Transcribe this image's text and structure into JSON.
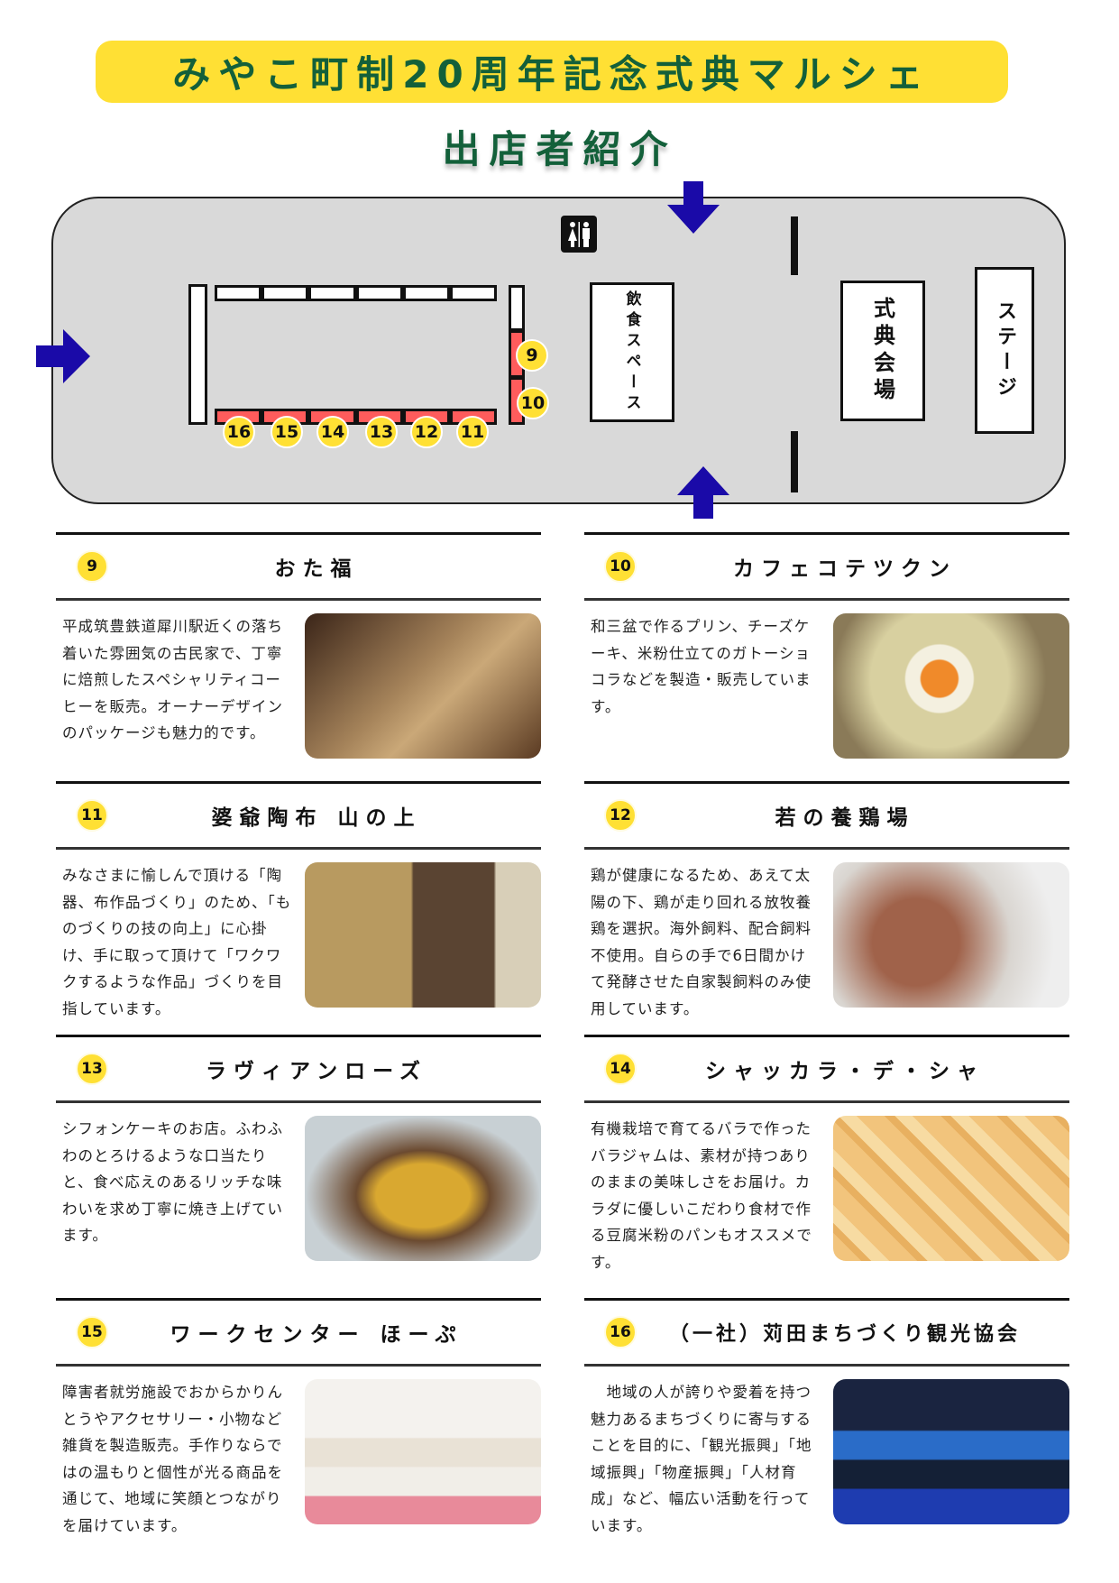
{
  "header": {
    "title": "みやこ町制20周年記念式典マルシェ",
    "subtitle": "出店者紹介"
  },
  "map": {
    "eating_space": "飲食スペース",
    "ceremony_hall": "式典会場",
    "stage": "ステージ",
    "restroom_icon": "restroom-icon",
    "booths": [
      "9",
      "10",
      "11",
      "12",
      "13",
      "14",
      "15",
      "16"
    ],
    "colors": {
      "arrow": "#1a0aa8",
      "booth_active": "#ff5c5c",
      "badge": "#ffe034"
    }
  },
  "vendors": [
    {
      "num": "9",
      "name": "おた福",
      "desc": "平成筑豊鉄道犀川駅近くの落ち着いた雰囲気の古民家で、丁寧に焙煎したスペシャリティコーヒーを販売。オーナーデザインのパッケージも魅力的です。"
    },
    {
      "num": "10",
      "name": "カフェコテツクン",
      "desc": "和三盆で作るプリン、チーズケーキ、米粉仕立てのガトーショコラなどを製造・販売しています。"
    },
    {
      "num": "11",
      "name": "婆爺陶布 山の上",
      "desc": "みなさまに愉しんで頂ける「陶器、布作品づくり」のため、「ものづくりの技の向上」に心掛け、手に取って頂けて「ワクワクするような作品」づくりを目指しています。"
    },
    {
      "num": "12",
      "name": "若の養鶏場",
      "desc": "鶏が健康になるため、あえて太陽の下、鶏が走り回れる放牧養鶏を選択。海外飼料、配合飼料不使用。自らの手で6日間かけて発酵させた自家製飼料のみ使用しています。"
    },
    {
      "num": "13",
      "name": "ラヴィアンローズ",
      "desc": "シフォンケーキのお店。ふわふわのとろけるような口当たりと、食べ応えのあるリッチな味わいを求め丁寧に焼き上げています。"
    },
    {
      "num": "14",
      "name": "シャッカラ・デ・シャ",
      "desc": "有機栽培で育てるバラで作ったバラジャムは、素材が持つありのままの美味しさをお届け。カラダに優しいこだわり食材で作る豆腐米粉のパンもオススメです。"
    },
    {
      "num": "15",
      "name": "ワークセンター ほーぷ",
      "desc": "障害者就労施設でおからかりんとうやアクセサリー・小物など雑貨を製造販売。手作りならではの温もりと個性が光る商品を通じて、地域に笑顔とつながりを届けています。"
    },
    {
      "num": "16",
      "name": "（一社）苅田まちづくり観光協会",
      "desc": "　地域の人が誇りや愛着を持つ魅力あるまちづくりに寄与することを目的に、「観光振興」「地域振興」「物産振興」「人材育成」など、幅広い活動を行っています。"
    }
  ]
}
